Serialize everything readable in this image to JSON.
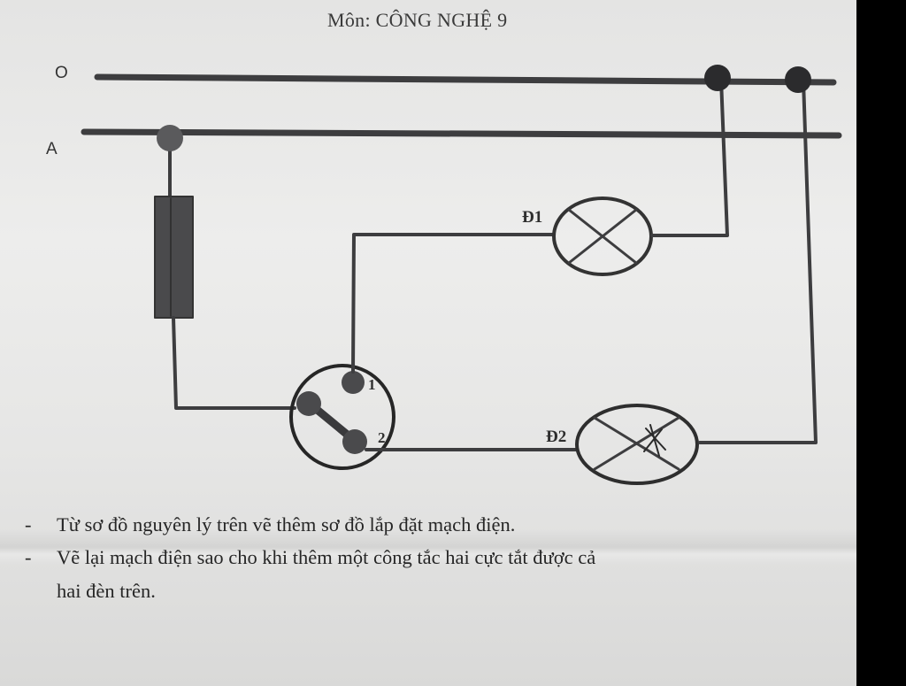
{
  "header": {
    "subject": "Môn: CÔNG NGHỆ 9"
  },
  "diagram": {
    "rails": [
      {
        "label": "O"
      },
      {
        "label": "A"
      }
    ],
    "lamps": [
      {
        "label": "Đ1"
      },
      {
        "label": "Đ2"
      }
    ],
    "switch_terminals": [
      "1",
      "2"
    ]
  },
  "instructions": [
    {
      "bullet": "-",
      "text": "Từ sơ đồ nguyên lý trên vẽ thêm sơ đồ lắp đặt  mạch điện."
    },
    {
      "bullet": "-",
      "text": "Vẽ lại mạch điện sao cho khi thêm một công tắc hai cực  tắt được cả",
      "continuation": "hai đèn trên."
    }
  ],
  "colors": {
    "ink": "#3d3d3f",
    "paper": "#e9e9e8",
    "background": "#000000"
  }
}
